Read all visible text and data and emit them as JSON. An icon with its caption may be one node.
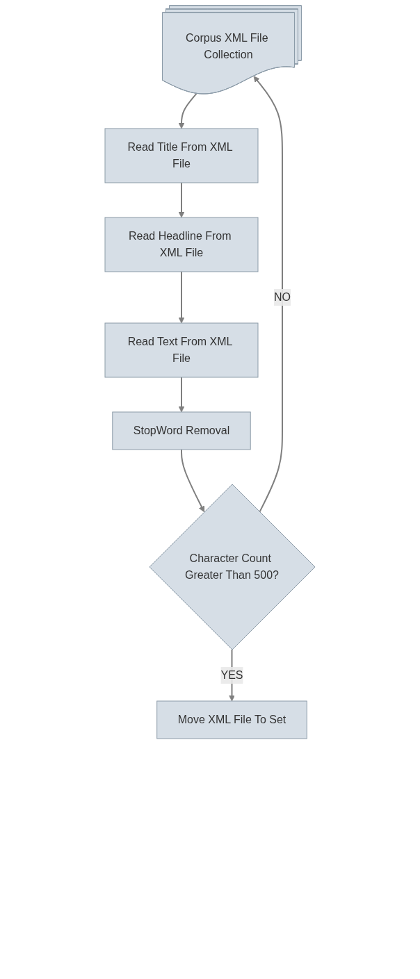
{
  "diagram": {
    "nodes": [
      {
        "text": [
          "Corpus XML File Collection"
        ]
      },
      {
        "text": [
          "Read Title From XML File"
        ]
      },
      {
        "text": [
          "Read Headline From XML File"
        ]
      },
      {
        "text": [
          "Read Text From XML File"
        ]
      },
      {
        "text": [
          "StopWord Removal"
        ]
      },
      {
        "text": [
          "Character Count Greater Than 500?"
        ]
      },
      {
        "text": [
          "Move XML File To Set"
        ]
      }
    ],
    "edges": [
      {
        "from": 0,
        "to": 1,
        "arrow": "to"
      },
      {
        "from": 1,
        "to": 2,
        "arrow": "to"
      },
      {
        "from": 2,
        "to": 3,
        "arrow": "to"
      },
      {
        "from": 3,
        "to": 4,
        "arrow": "to"
      },
      {
        "from": 4,
        "to": 5,
        "arrow": "to"
      },
      {
        "from": 5,
        "to": 0,
        "arrow": "to",
        "label": "NO"
      },
      {
        "from": 5,
        "to": 6,
        "arrow": "to",
        "label": "YES"
      }
    ]
  }
}
